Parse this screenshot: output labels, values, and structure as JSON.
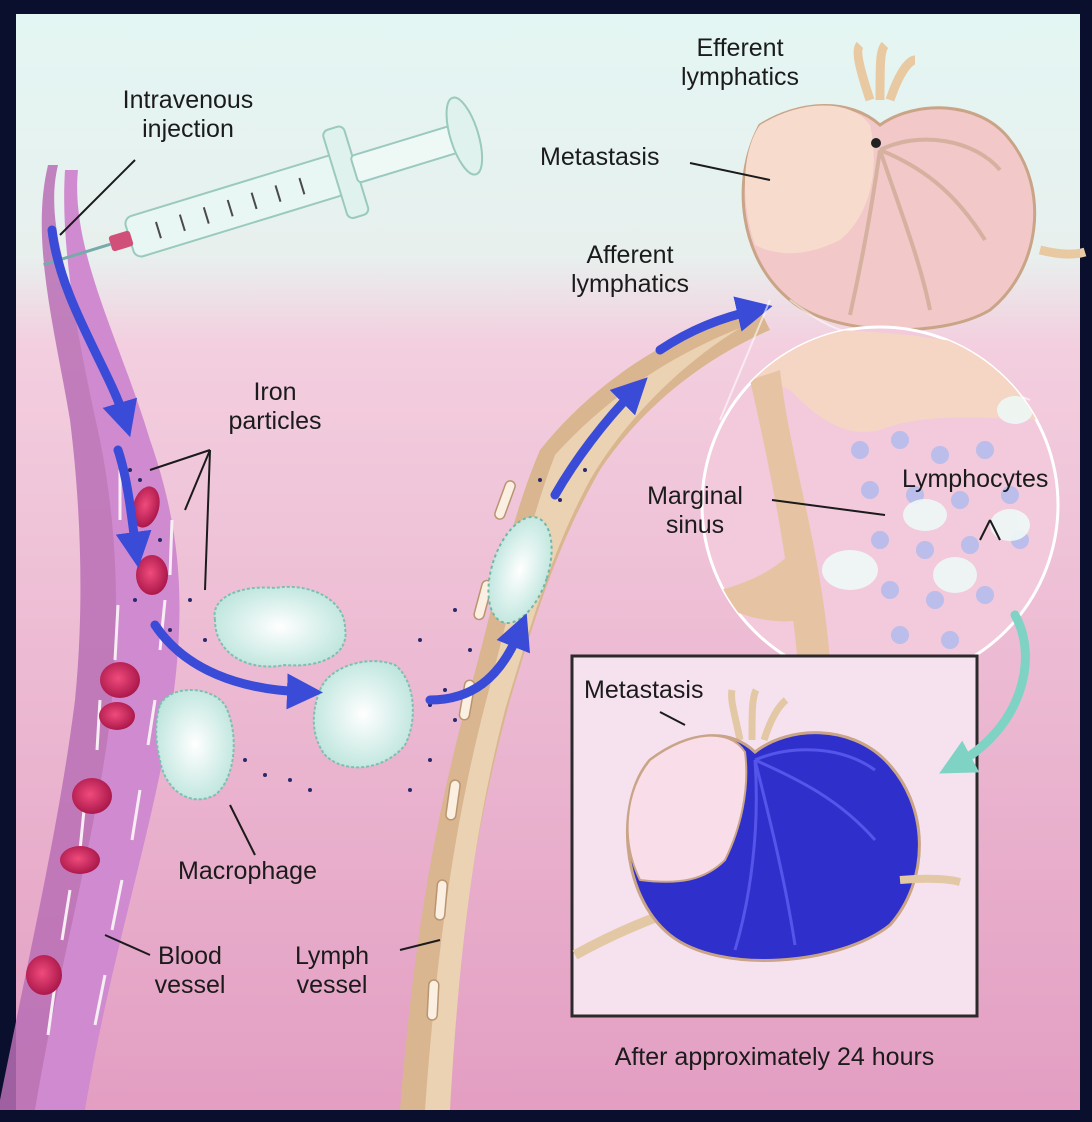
{
  "labels": {
    "intravenous_injection": [
      "Intravenous",
      "injection"
    ],
    "efferent_lymphatics": [
      "Efferent",
      "lymphatics"
    ],
    "metastasis_top": "Metastasis",
    "afferent_lymphatics": [
      "Afferent",
      "lymphatics"
    ],
    "iron_particles": [
      "Iron",
      "particles"
    ],
    "marginal_sinus": [
      "Marginal",
      "sinus"
    ],
    "lymphocytes": "Lymphocytes",
    "metastasis_inset": "Metastasis",
    "macrophage": "Macrophage",
    "blood_vessel": [
      "Blood",
      "vessel"
    ],
    "lymph_vessel": [
      "Lymph",
      "vessel"
    ],
    "caption": "After approximately 24 hours"
  },
  "colors": {
    "frame_border": "#0a0f2e",
    "background_top": "#d9f1ef",
    "background_bottom": "#e6a1c3",
    "blood_vessel": "#c57fc0",
    "lymph_vessel": "#d6b68f",
    "red_cell": "#d0245a",
    "macrophage": "#dff3ee",
    "node_tissue": "#f5d3cf",
    "contrast_blue": "#2f2fcc",
    "arrow_blue": "#3a4bd8",
    "arrow_teal": "#7fd3c4"
  }
}
